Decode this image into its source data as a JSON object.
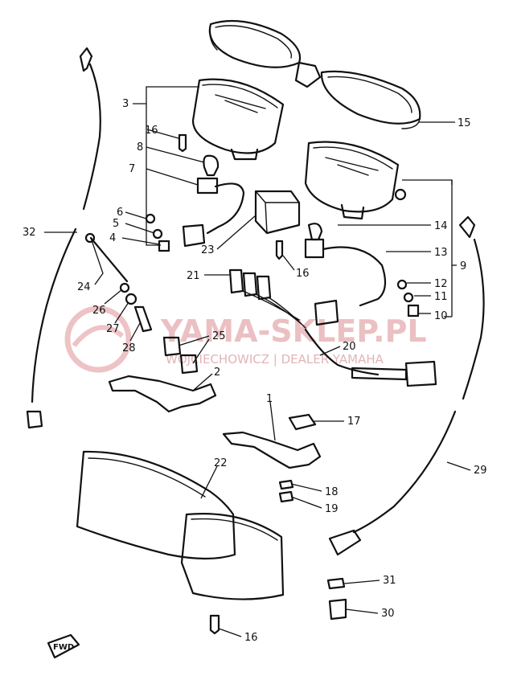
{
  "watermark": {
    "title": "YAMA-SKLEP.PL",
    "subtitle": "WOJCIECHOWICZ | DEALER YAMAHA"
  },
  "direction_tag": "FWD",
  "callouts": {
    "p1": "1",
    "p2": "2",
    "p3": "3",
    "p4": "4",
    "p5": "5",
    "p6": "6",
    "p7": "7",
    "p8": "8",
    "p9": "9",
    "p10": "10",
    "p11": "11",
    "p12": "12",
    "p13": "13",
    "p14": "14",
    "p15": "15",
    "p16a": "16",
    "p16b": "16",
    "p16c": "16",
    "p17": "17",
    "p18": "18",
    "p19": "19",
    "p20": "20",
    "p21": "21",
    "p22": "22",
    "p23": "23",
    "p24": "24",
    "p25": "25",
    "p26": "26",
    "p27": "27",
    "p28": "28",
    "p29": "29",
    "p30": "30",
    "p31": "31",
    "p32": "32"
  }
}
